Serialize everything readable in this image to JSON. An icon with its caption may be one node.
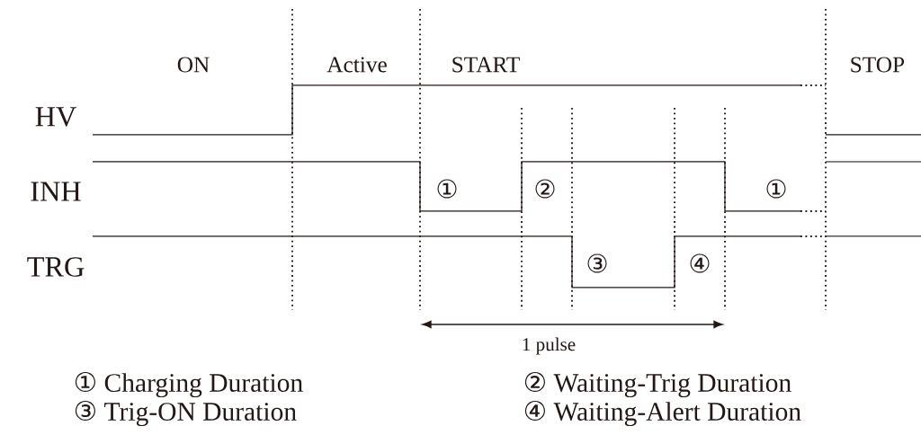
{
  "diagram": {
    "labels": [
      "ON",
      "Active",
      "START",
      "STOP",
      "HV",
      "INH",
      "①",
      "②",
      "①",
      "TRG",
      "③",
      "④",
      "1 pulse",
      "① Charging Duration",
      "② Waiting-Trig Duration",
      "③ Trig-ON Duration",
      "④ Waiting-Alert Duration"
    ]
  }
}
